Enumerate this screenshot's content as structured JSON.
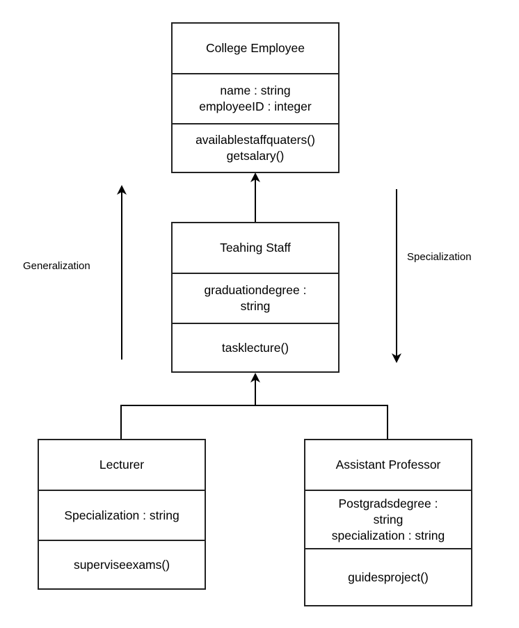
{
  "classes": {
    "college_employee": {
      "name": "College Employee",
      "attributes": [
        "name : string",
        "employeeID : integer"
      ],
      "methods": [
        "availablestaffquaters()",
        "getsalary()"
      ]
    },
    "teaching_staff": {
      "name": "Teahing Staff",
      "attributes": [
        "graduationdegree :",
        "string"
      ],
      "methods": [
        "tasklecture()"
      ]
    },
    "lecturer": {
      "name": "Lecturer",
      "attributes": [
        "Specialization : string"
      ],
      "methods": [
        "superviseexams()"
      ]
    },
    "assistant_professor": {
      "name": "Assistant Professor",
      "attributes": [
        "Postgradsdegree :",
        "string",
        "specialization : string"
      ],
      "methods": [
        "guidesproject()"
      ]
    }
  },
  "labels": {
    "generalization": "Generalization",
    "specialization": "Specialization"
  },
  "colors": {
    "stroke": "#000000",
    "background": "#ffffff"
  }
}
